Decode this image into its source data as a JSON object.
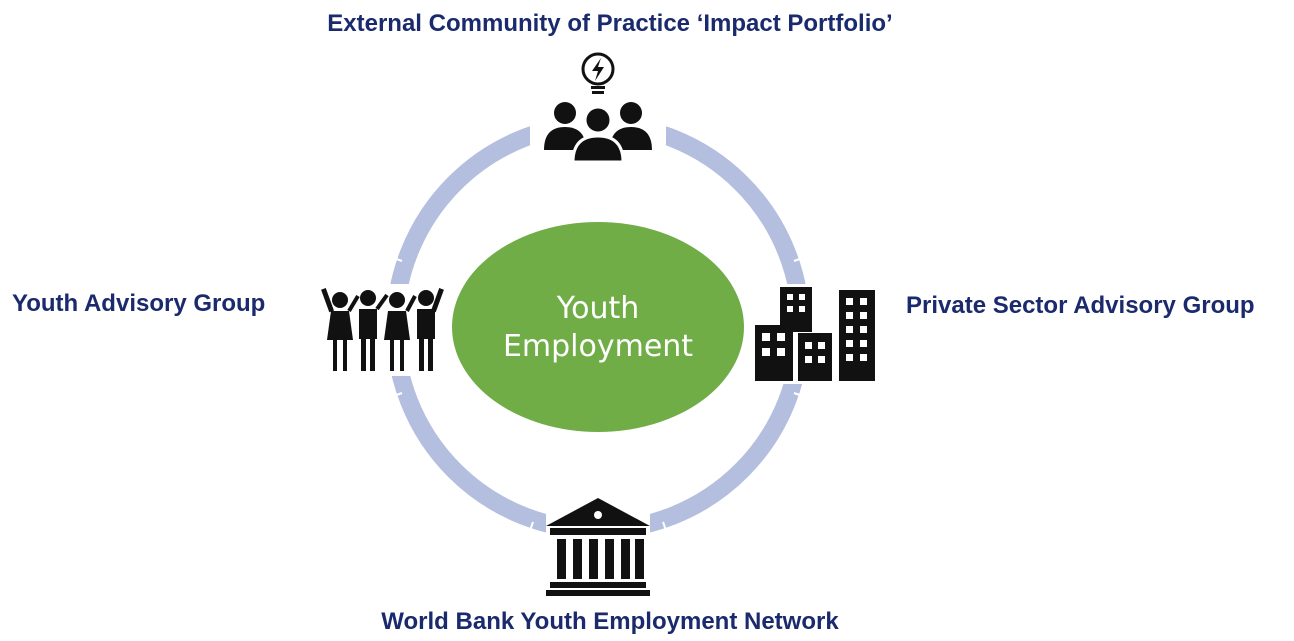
{
  "center": {
    "line1": "Youth",
    "line2": "Employment"
  },
  "nodes": {
    "top": {
      "label": "External Community of Practice ‘Impact Portfolio’",
      "icon": "lightbulb-people-icon"
    },
    "left": {
      "label": "Youth Advisory Group",
      "icon": "youth-group-icon"
    },
    "right": {
      "label": "Private Sector Advisory Group",
      "icon": "buildings-icon"
    },
    "bottom": {
      "label": "World Bank Youth Employment Network",
      "icon": "bank-building-icon"
    }
  },
  "colors": {
    "ring": "#b4bfe0",
    "center": "#70ad47",
    "label": "#1a2a6c",
    "icon": "#111111"
  }
}
